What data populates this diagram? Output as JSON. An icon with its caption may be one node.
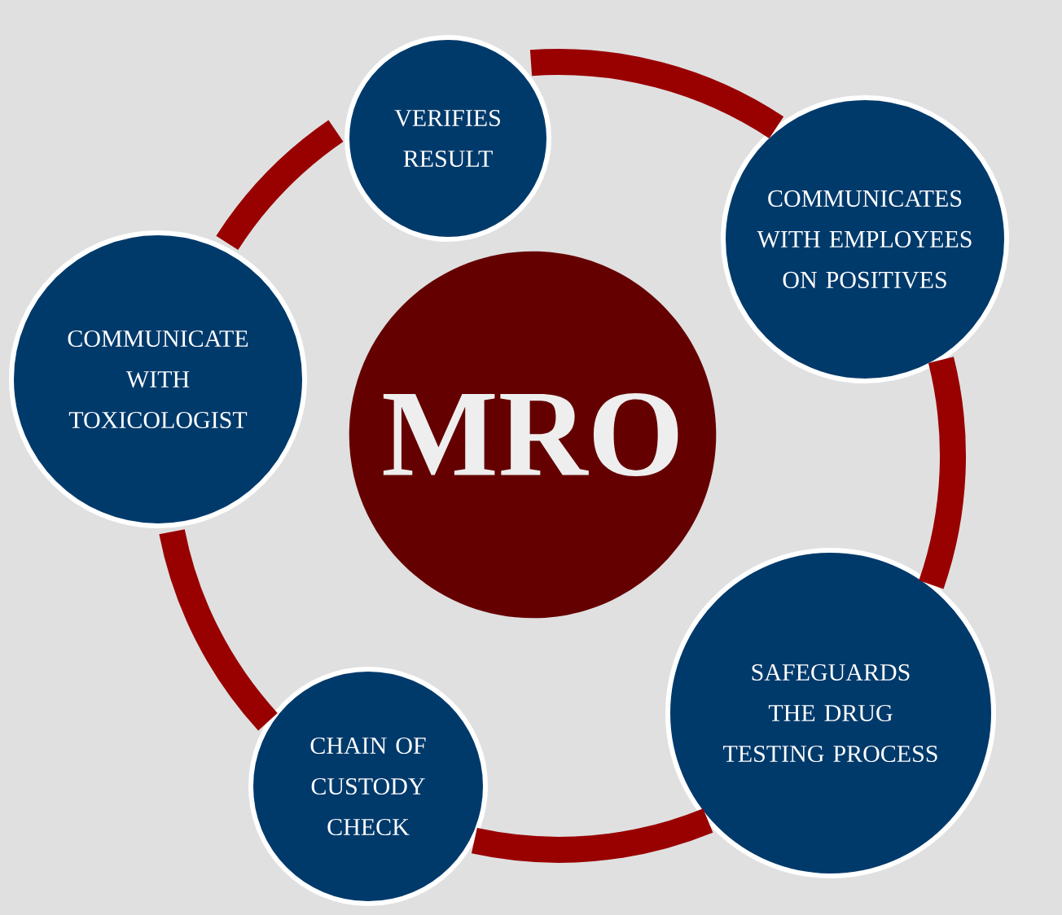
{
  "diagram": {
    "nodes": [
      {
        "text": [
          "VERIFIES RESULT"
        ]
      },
      {
        "text": [
          "COMMUNICATES WITH EMPLOYEES ON POSITIVES"
        ]
      },
      {
        "text": [
          "COMMUNICATE WITH TOXICOLOGIST"
        ]
      },
      {
        "text": [
          "MRO"
        ]
      },
      {
        "text": [
          "SAFEGUARDS THE DRUG TESTING PROCESS"
        ]
      },
      {
        "text": [
          "CHAIN OF CUSTODY CHECK"
        ]
      }
    ],
    "edges": [
      {
        "from": 0,
        "to": 1,
        "arrow": "none"
      },
      {
        "from": 1,
        "to": 4,
        "arrow": "none"
      },
      {
        "from": 4,
        "to": 5,
        "arrow": "none"
      },
      {
        "from": 5,
        "to": 2,
        "arrow": "none"
      },
      {
        "from": 2,
        "to": 0,
        "arrow": "none"
      }
    ]
  }
}
